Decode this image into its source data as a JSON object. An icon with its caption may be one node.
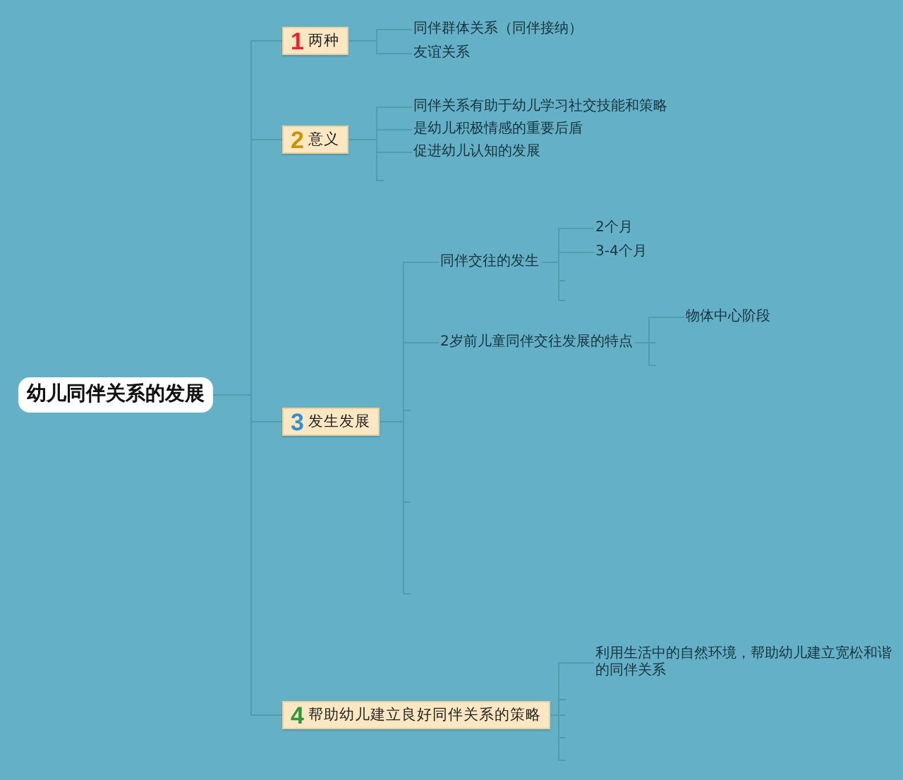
{
  "diagram": {
    "nodes": [
      {
        "text": [
          "幼儿同伴关系的发展"
        ]
      },
      {
        "text": [
          "1",
          "两种"
        ]
      },
      {
        "text": [
          "同伴群体关系（同伴接纳）"
        ]
      },
      {
        "text": [
          "友谊关系"
        ]
      },
      {
        "text": [
          "2",
          "意义"
        ]
      },
      {
        "text": [
          "同伴关系有助于幼儿学习社交技能和策略"
        ]
      },
      {
        "text": [
          "是幼儿积极情感的重要后盾"
        ]
      },
      {
        "text": [
          "促进幼儿认知的发展"
        ]
      },
      {
        "text": [
          "3",
          "发生发展"
        ]
      },
      {
        "text": [
          "同伴交往的发生"
        ]
      },
      {
        "text": [
          "2个月"
        ]
      },
      {
        "text": [
          "3-4个月"
        ]
      },
      {
        "text": [
          "2岁前儿童同伴交往发展的特点"
        ]
      },
      {
        "text": [
          "物体中心阶段"
        ]
      },
      {
        "text": [
          "4",
          "帮助幼儿建立良好同伴关系的策略"
        ]
      },
      {
        "text": [
          "利用生活中的自然环境，帮助幼儿建立宽松和谐的同伴关系"
        ]
      }
    ],
    "edges": [
      {
        "from": 0,
        "to": 1,
        "arrow": "none"
      },
      {
        "from": 0,
        "to": 4,
        "arrow": "none"
      },
      {
        "from": 0,
        "to": 8,
        "arrow": "none"
      },
      {
        "from": 0,
        "to": 14,
        "arrow": "none"
      },
      {
        "from": 1,
        "to": 2,
        "arrow": "none"
      },
      {
        "from": 1,
        "to": 3,
        "arrow": "none"
      },
      {
        "from": 4,
        "to": 5,
        "arrow": "none"
      },
      {
        "from": 4,
        "to": 6,
        "arrow": "none"
      },
      {
        "from": 4,
        "to": 7,
        "arrow": "none"
      },
      {
        "from": 4,
        "to": null,
        "arrow": "none"
      },
      {
        "from": 8,
        "to": 9,
        "arrow": "none"
      },
      {
        "from": 8,
        "to": 12,
        "arrow": "none"
      },
      {
        "from": 8,
        "to": null,
        "arrow": "none"
      },
      {
        "from": 8,
        "to": null,
        "arrow": "none"
      },
      {
        "from": 8,
        "to": null,
        "arrow": "none"
      },
      {
        "from": 9,
        "to": 10,
        "arrow": "none"
      },
      {
        "from": 9,
        "to": 11,
        "arrow": "none"
      },
      {
        "from": 9,
        "to": null,
        "arrow": "none"
      },
      {
        "from": 9,
        "to": null,
        "arrow": "none"
      },
      {
        "from": 12,
        "to": 13,
        "arrow": "none"
      },
      {
        "from": 12,
        "to": null,
        "arrow": "none"
      },
      {
        "from": 12,
        "to": null,
        "arrow": "none"
      },
      {
        "from": 14,
        "to": 15,
        "arrow": "none"
      },
      {
        "from": 14,
        "to": null,
        "arrow": "none"
      },
      {
        "from": 14,
        "to": null,
        "arrow": "none"
      },
      {
        "from": 14,
        "to": null,
        "arrow": "none"
      },
      {
        "from": 14,
        "to": null,
        "arrow": "none"
      }
    ]
  }
}
